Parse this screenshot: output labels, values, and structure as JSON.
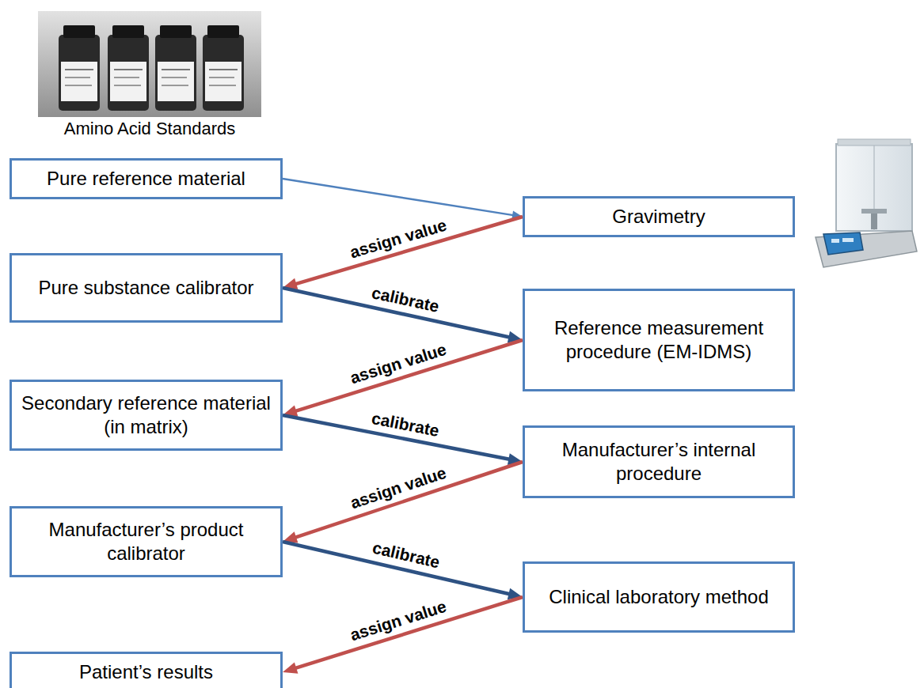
{
  "diagram": {
    "nodes": [
      {
        "text": [
          "Pure reference material"
        ]
      },
      {
        "text": [
          "Gravimetry"
        ]
      },
      {
        "text": [
          "Pure substance calibrator"
        ]
      },
      {
        "text": [
          "Reference measurement procedure (EM-IDMS)"
        ]
      },
      {
        "text": [
          "Secondary reference material (in matrix)"
        ]
      },
      {
        "text": [
          "Manufacturer’s internal procedure"
        ]
      },
      {
        "text": [
          "Manufacturer’s product calibrator"
        ]
      },
      {
        "text": [
          "Clinical laboratory method"
        ]
      },
      {
        "text": [
          "Patient’s results"
        ]
      }
    ],
    "edges": [
      {
        "from": 0,
        "to": 1,
        "arrow": "to"
      },
      {
        "from": 1,
        "to": 2,
        "label": "assign value",
        "arrow": "to"
      },
      {
        "from": 2,
        "to": 3,
        "label": "calibrate",
        "arrow": "to"
      },
      {
        "from": 3,
        "to": 4,
        "label": "assign value",
        "arrow": "to"
      },
      {
        "from": 4,
        "to": 5,
        "label": "calibrate",
        "arrow": "to"
      },
      {
        "from": 5,
        "to": 6,
        "label": "assign value",
        "arrow": "to"
      },
      {
        "from": 6,
        "to": 7,
        "label": "calibrate",
        "arrow": "to"
      },
      {
        "from": 7,
        "to": 8,
        "label": "assign value",
        "arrow": "to"
      }
    ],
    "labels": [
      "Amino Acid Standards"
    ]
  }
}
